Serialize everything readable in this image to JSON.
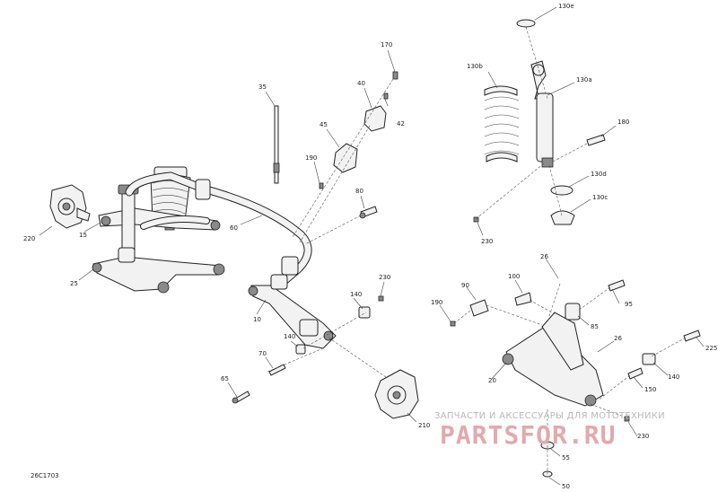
{
  "diagram": {
    "code": "26C1703",
    "watermark_text": "ЗАПЧАСТИ И АКСЕССУАРЫ ДЛЯ МОТОТЕХНИКИ",
    "watermark_logo": "PARTSFOR.RU",
    "callouts": {
      "c170": "170",
      "c40": "40",
      "c42": "42",
      "c45": "45",
      "c35": "35",
      "c190a": "190",
      "c80": "80",
      "c60": "60",
      "c220": "220",
      "c15": "15",
      "c25": "25",
      "c10": "10",
      "c140a": "140",
      "c230a": "230",
      "c140b": "140",
      "c70": "70",
      "c65": "65",
      "c210": "210",
      "c130e": "130e",
      "c130b": "130b",
      "c130a": "130a",
      "c180": "180",
      "c130d": "130d",
      "c130c": "130c",
      "c230b": "230",
      "c26a": "26",
      "c100": "100",
      "c90": "90",
      "c190b": "190",
      "c95": "95",
      "c85": "85",
      "c26b": "26",
      "c225": "225",
      "c20": "20",
      "c140c": "140",
      "c150": "150",
      "c230c": "230",
      "c55": "55",
      "c50": "50"
    }
  }
}
